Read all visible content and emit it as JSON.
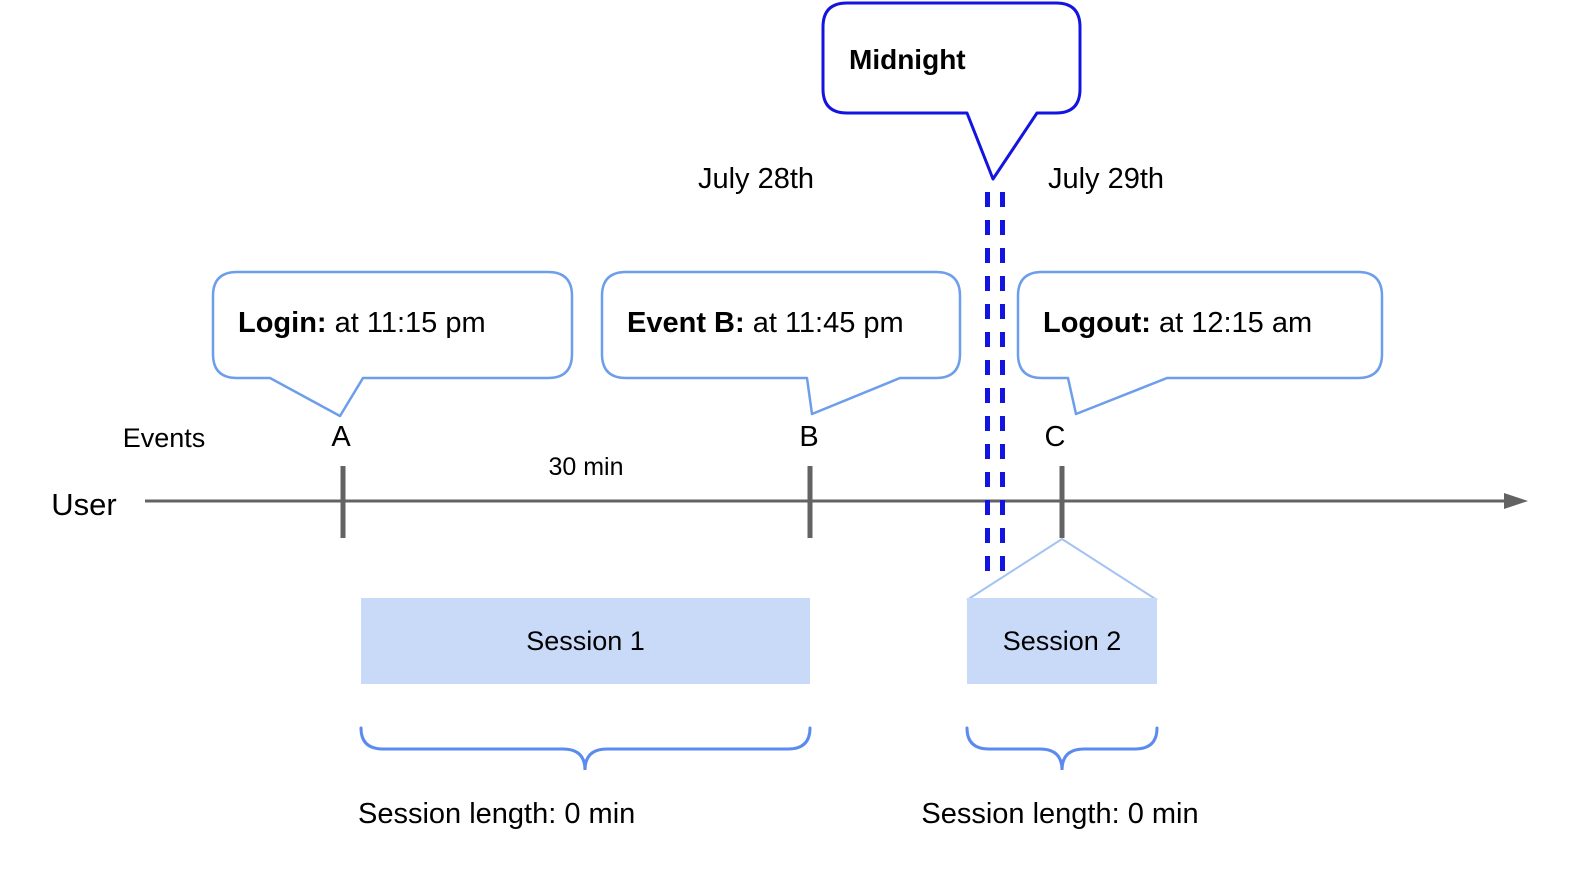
{
  "midnight_callout": {
    "label": "Midnight"
  },
  "dates": {
    "left": "July 28th",
    "right": "July 29th"
  },
  "axis": {
    "events_label": "Events",
    "user_label": "User",
    "interval_label": "30 min"
  },
  "events": [
    {
      "id": "A",
      "label_bold": "Login:",
      "label_rest": " at 11:15 pm"
    },
    {
      "id": "B",
      "label_bold": "Event B:",
      "label_rest": " at 11:45 pm"
    },
    {
      "id": "C",
      "label_bold": "Logout:",
      "label_rest": " at 12:15 am"
    }
  ],
  "sessions": [
    {
      "name": "Session 1",
      "length": "Session length: 0 min"
    },
    {
      "name": "Session 2",
      "length": "Session length: 0 min"
    }
  ],
  "colors": {
    "strong_blue": "#1414e0",
    "bubble_blue": "#6d9eeb",
    "funnel_blue": "#a4c2f4",
    "session_fill": "#c9daf8",
    "brace_blue": "#5b8bee",
    "axis_gray": "#636363"
  }
}
